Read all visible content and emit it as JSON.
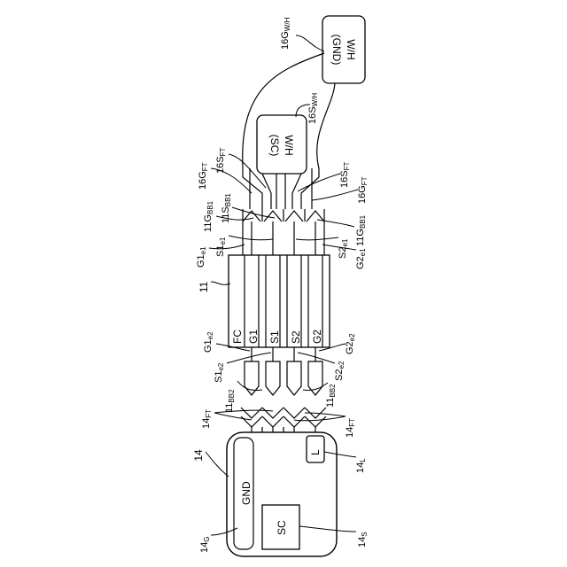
{
  "labels": {
    "wh_gnd_box": [
      "W/H",
      "(GND)"
    ],
    "wh_sc_box": [
      "W/H",
      "(SC)"
    ],
    "n16g_wh": {
      "main": "16G",
      "sub": "W/H"
    },
    "n16s_wh": {
      "main": "16S",
      "sub": "W/H"
    },
    "n16s_ft_top": {
      "main": "16S",
      "sub": "FT"
    },
    "n16g_ft_top": {
      "main": "16G",
      "sub": "FT"
    },
    "n16s_ft_right": {
      "main": "16S",
      "sub": "FT"
    },
    "n16g_ft_right": {
      "main": "16G",
      "sub": "FT"
    },
    "n11g_bb1": {
      "main": "11G",
      "sub": "BB1"
    },
    "n11s_bb1": {
      "main": "11S",
      "sub": "BB1"
    },
    "n11g_bb1_right": {
      "main": "11G",
      "sub": "BB1"
    },
    "n1": {
      "main": "G1",
      "sub": "e1"
    },
    "n2": {
      "main": "S1",
      "sub": "e1"
    },
    "n3": {
      "main": "S2",
      "sub": "e1"
    },
    "n4": {
      "main": "G2",
      "sub": "e1"
    },
    "n11": "11",
    "fc": "FC",
    "g1": "G1",
    "s1": "S1",
    "s2": "S2",
    "g2": "G2",
    "n5": {
      "main": "G1",
      "sub": "e2"
    },
    "n6": {
      "main": "S1",
      "sub": "e2"
    },
    "n7": {
      "main": "S2",
      "sub": "e2"
    },
    "n8": {
      "main": "G2",
      "sub": "e2"
    },
    "n11bb2_left": {
      "main": "11",
      "sub": "BB2"
    },
    "n11bb2_right": {
      "main": "11",
      "sub": "BB2"
    },
    "n14ft_left": {
      "main": "14",
      "sub": "FT"
    },
    "n14ft_right": {
      "main": "14",
      "sub": "FT"
    },
    "n14": "14",
    "gnd": "GND",
    "sc": "SC",
    "l": "L",
    "n14g": {
      "main": "14",
      "sub": "G"
    },
    "n14s": {
      "main": "14",
      "sub": "S"
    },
    "n14l": {
      "main": "14",
      "sub": "L"
    }
  }
}
